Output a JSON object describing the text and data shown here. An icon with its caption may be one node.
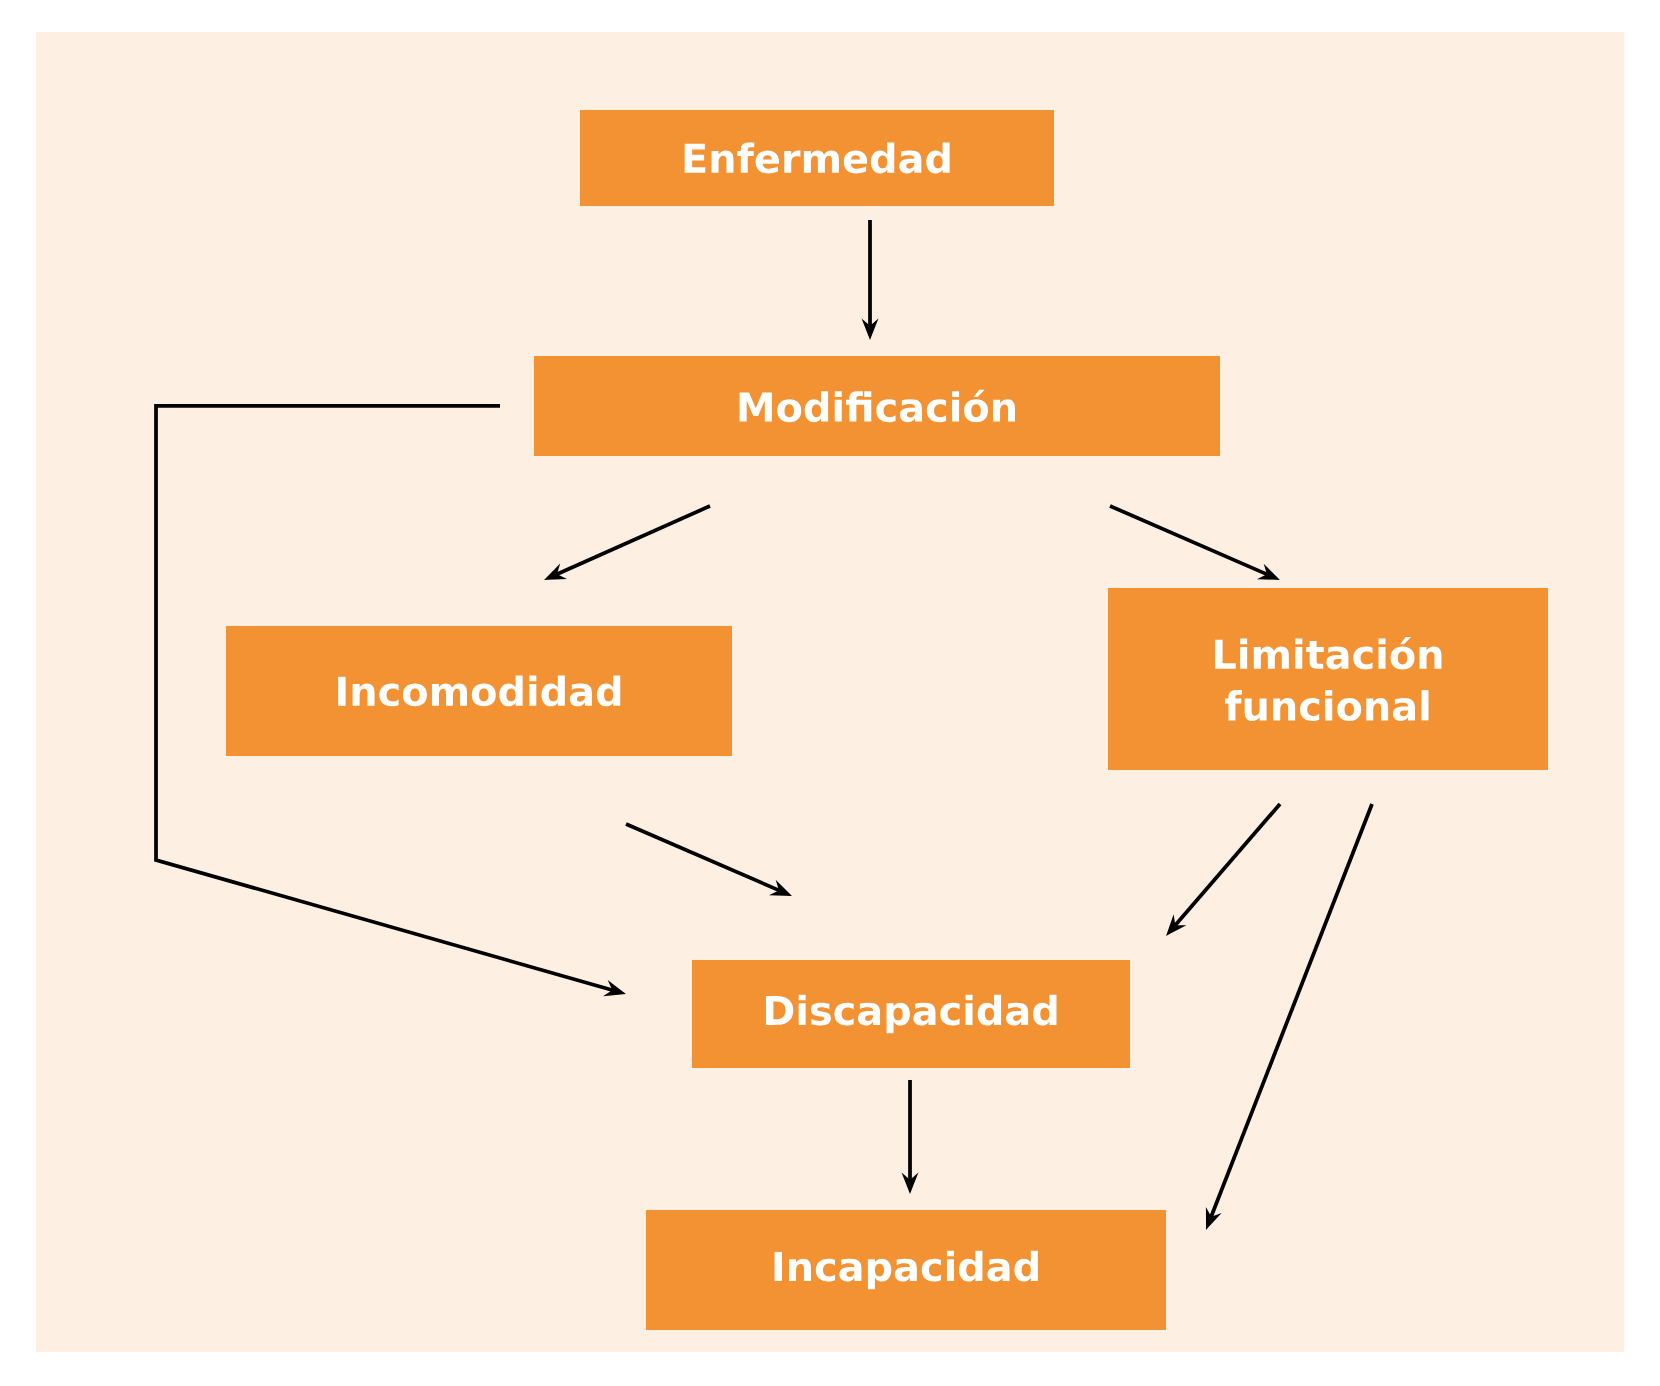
{
  "diagram": {
    "nodes": [
      {
        "text": [
          "Enfermedad"
        ]
      },
      {
        "text": [
          "Modificación"
        ]
      },
      {
        "text": [
          "Incomodidad"
        ]
      },
      {
        "text": [
          "Limitación funcional"
        ]
      },
      {
        "text": [
          "Discapacidad"
        ]
      },
      {
        "text": [
          "Incapacidad"
        ]
      }
    ],
    "edges": [
      {
        "from": 0,
        "to": 1,
        "arrow": "to"
      },
      {
        "from": 1,
        "to": 2,
        "arrow": "to"
      },
      {
        "from": 1,
        "to": 3,
        "arrow": "to"
      },
      {
        "from": 2,
        "to": 4,
        "arrow": "to"
      },
      {
        "from": 3,
        "to": 4,
        "arrow": "to"
      },
      {
        "from": 3,
        "to": 5,
        "arrow": "to"
      },
      {
        "from": 4,
        "to": 5,
        "arrow": "to"
      },
      {
        "from": 1,
        "to": 4,
        "arrow": "to"
      }
    ]
  }
}
